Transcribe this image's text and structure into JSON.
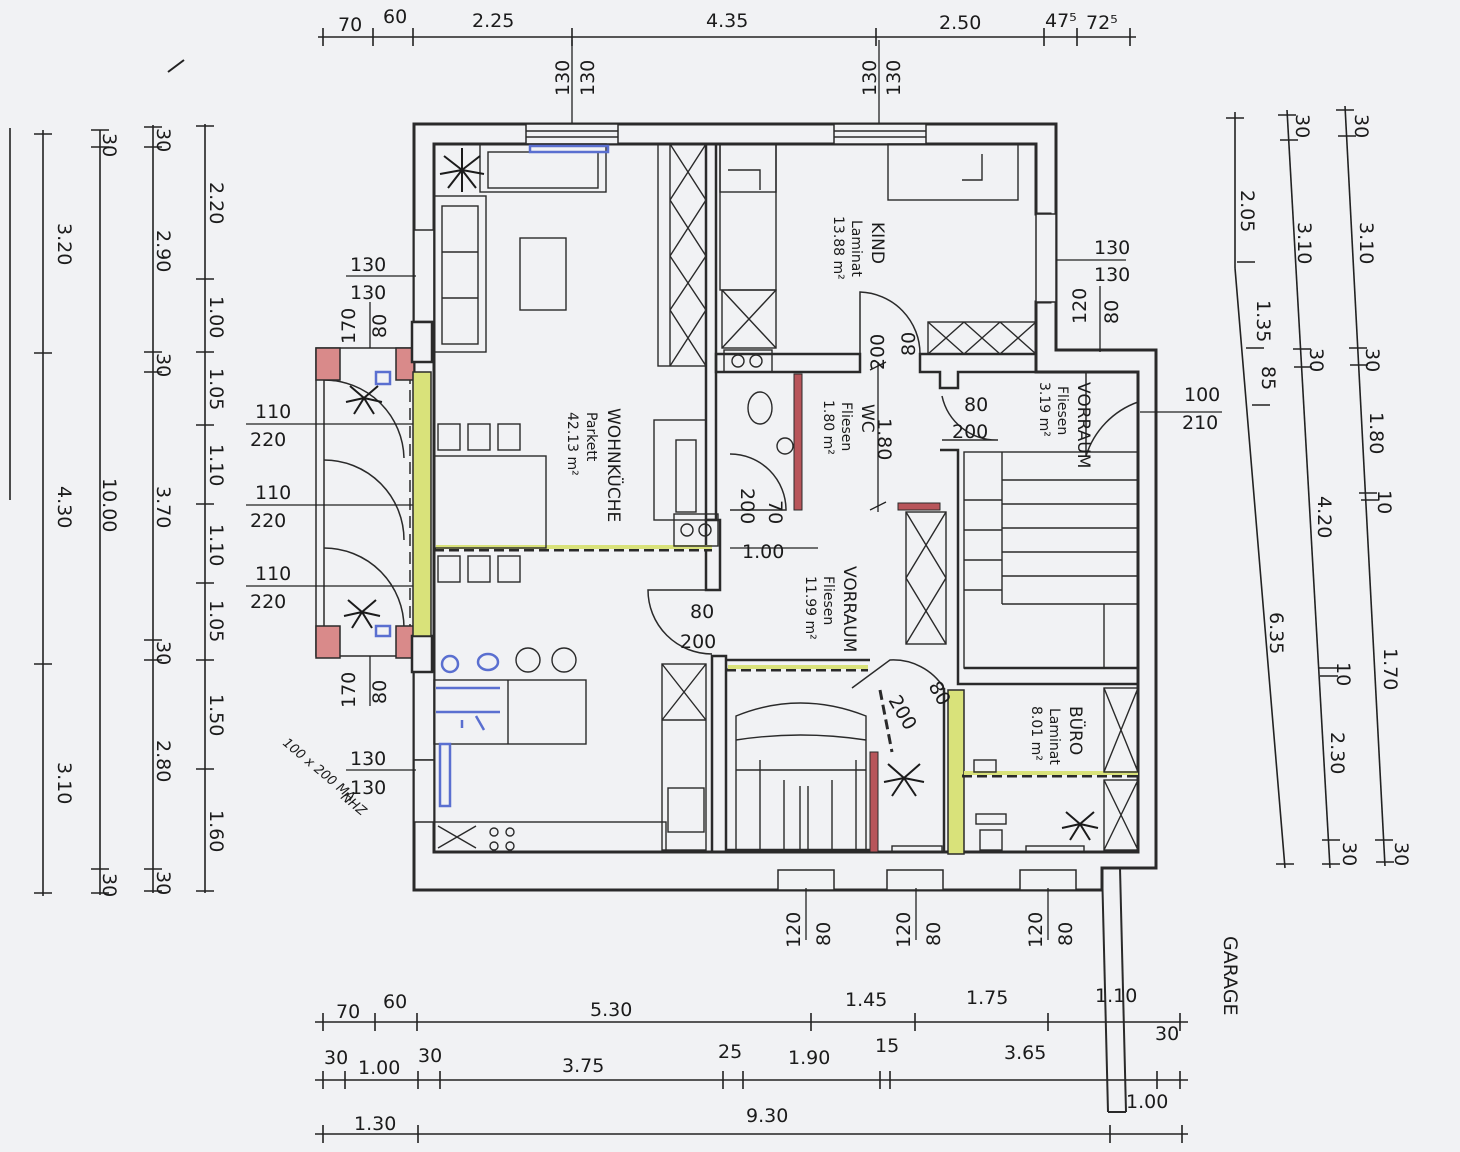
{
  "plan": {
    "top_dims": [
      "70",
      "60",
      "2.25",
      "4.35",
      "2.50",
      "47⁵",
      "72⁵"
    ],
    "bottom_dims_1": [
      "70",
      "60",
      "5.30",
      "1.45",
      "1.75",
      "1.10"
    ],
    "bottom_dims_2": [
      "30",
      "1.00",
      "30",
      "3.75",
      "25",
      "1.90",
      "15",
      "3.65",
      "30"
    ],
    "bottom_dims_3": [
      "1.30",
      "9.30",
      "1.00"
    ],
    "left_dims_1": [
      "3.20",
      "4.30",
      "3.10"
    ],
    "left_dims_2": [
      "30",
      "10.00",
      "30"
    ],
    "left_dims_3": [
      "30",
      "2.90",
      "30",
      "3.70",
      "30",
      "2.80",
      "30"
    ],
    "left_dims_4": [
      "2.20",
      "1.00",
      "1.05",
      "1.10",
      "1.10",
      "1.05",
      "1.50",
      "1.60"
    ],
    "right_dims_1": [
      "2.05",
      "1.35",
      "85",
      "6.35"
    ],
    "right_dims_2": [
      "30",
      "3.10",
      "30",
      "4.20",
      "10",
      "2.30",
      "30"
    ],
    "right_dims_3": [
      "30",
      "3.10",
      "30",
      "1.80",
      "10",
      "1.70",
      "30"
    ],
    "openings": {
      "top_window_1": [
        "130",
        "130"
      ],
      "top_window_2": [
        "130",
        "130"
      ],
      "right_window": [
        "130",
        "130"
      ],
      "right_window_b": [
        "120",
        "80"
      ],
      "left_window_top": [
        "130",
        "130"
      ],
      "left_window_top_b": [
        "170",
        "80"
      ],
      "left_door_1": [
        "110",
        "220"
      ],
      "left_door_2": [
        "110",
        "220"
      ],
      "left_door_3": [
        "110",
        "220"
      ],
      "left_window_bottom_b": [
        "170",
        "80"
      ],
      "left_window_bottom": [
        "130",
        "130"
      ],
      "door_kind": [
        "200",
        "80"
      ],
      "door_vorraum_top": [
        "80",
        "200"
      ],
      "door_entrance": [
        "100",
        "210"
      ],
      "door_wc": [
        "200",
        "70"
      ],
      "door_kitchen": [
        "80",
        "200"
      ],
      "door_buero": [
        "200",
        "80"
      ],
      "bottom_window_1": [
        "120",
        "80"
      ],
      "bottom_window_2": [
        "120",
        "80"
      ],
      "bottom_window_3": [
        "120",
        "80"
      ],
      "hall_width": "1.00",
      "wc_width": "1.80"
    },
    "rooms": {
      "kind": {
        "name": "KIND",
        "floor": "Laminat",
        "area": "13.88 m²"
      },
      "wohnkueche": {
        "name": "WOHNKÜCHE",
        "floor": "Parkett",
        "area": "42.13 m²"
      },
      "wc": {
        "name": "WC",
        "floor": "Fliesen",
        "area": "1.80 m²"
      },
      "vorraum_top": {
        "name": "VORRAUM",
        "floor": "Fliesen",
        "area": "3.19 m²"
      },
      "vorraum": {
        "name": "VORRAUM",
        "floor": "Fliesen",
        "area": "11.99 m²"
      },
      "buero": {
        "name": "BÜRO",
        "floor": "Laminat",
        "area": "8.01 m²"
      },
      "garage": {
        "name": "GARAGE"
      }
    },
    "handwritten_note": [
      "100 x 200 MA.",
      "NHZ"
    ],
    "colors": {
      "wall": "#2a2a2a",
      "partition": "#d9e27a",
      "heater": "#5a6fd0",
      "pillar": "#d98a8a",
      "redwall": "#b8555a"
    }
  }
}
